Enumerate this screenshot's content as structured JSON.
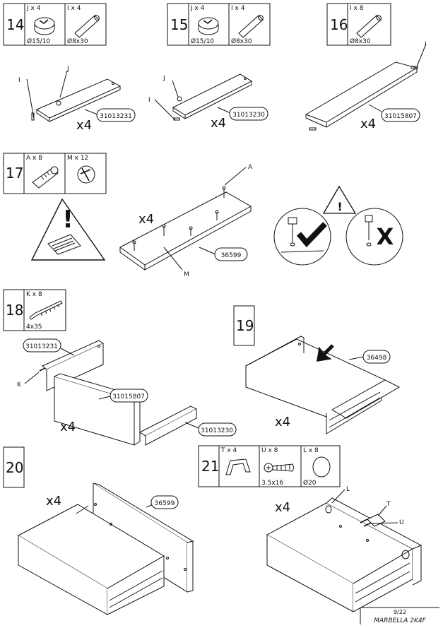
{
  "steps": {
    "s14": {
      "number": "14",
      "parts": [
        {
          "label": "J x 4",
          "size": "Ø15/10",
          "icon": "cam-lock-icon"
        },
        {
          "label": "I x 4",
          "size": "Ø8x30",
          "icon": "dowel-icon"
        }
      ],
      "multiplier": "x4",
      "part_code": "31013231",
      "callouts": [
        "I",
        "J"
      ]
    },
    "s15": {
      "number": "15",
      "parts": [
        {
          "label": "J x 4",
          "size": "Ø15/10",
          "icon": "cam-lock-icon"
        },
        {
          "label": "I x 4",
          "size": "Ø8x30",
          "icon": "dowel-icon"
        }
      ],
      "multiplier": "x4",
      "part_code": "31013230",
      "callouts": [
        "J",
        "I"
      ]
    },
    "s16": {
      "number": "16",
      "parts": [
        {
          "label": "I x 8",
          "size": "Ø8x30",
          "icon": "dowel-icon"
        }
      ],
      "multiplier": "x4",
      "part_code": "31015807",
      "callouts": [
        "I"
      ]
    },
    "s17": {
      "number": "17",
      "parts": [
        {
          "label": "A x 8",
          "icon": "cam-bolt-icon"
        },
        {
          "label": "M x 12",
          "icon": "cam-cup-icon"
        }
      ],
      "multiplier": "x4",
      "part_code": "36599",
      "callouts": [
        "A",
        "M"
      ]
    },
    "s18": {
      "number": "18",
      "parts": [
        {
          "label": "K x 8",
          "size": "4x35",
          "icon": "screw-icon"
        }
      ],
      "multiplier": "x4",
      "part_codes": [
        "31013231",
        "31015807",
        "31013230"
      ],
      "callouts": [
        "K"
      ]
    },
    "s19": {
      "number": "19",
      "multiplier": "x4",
      "part_code": "36498"
    },
    "s20": {
      "number": "20",
      "multiplier": "x4",
      "part_code": "36599"
    },
    "s21": {
      "number": "21",
      "parts": [
        {
          "label": "T x 4",
          "icon": "handle-icon"
        },
        {
          "label": "U x 8",
          "size": "3.5x16",
          "icon": "screw-icon"
        },
        {
          "label": "L x 8",
          "size": "Ø20",
          "icon": "cover-cap-icon"
        }
      ],
      "multiplier": "x4",
      "callouts": [
        "L",
        "T",
        "U"
      ]
    }
  },
  "warning_signs": {
    "exclamation": "!",
    "wrong_mark": "X"
  },
  "footer": {
    "page": "9/22",
    "title": "MARBELLA 2K4F"
  }
}
